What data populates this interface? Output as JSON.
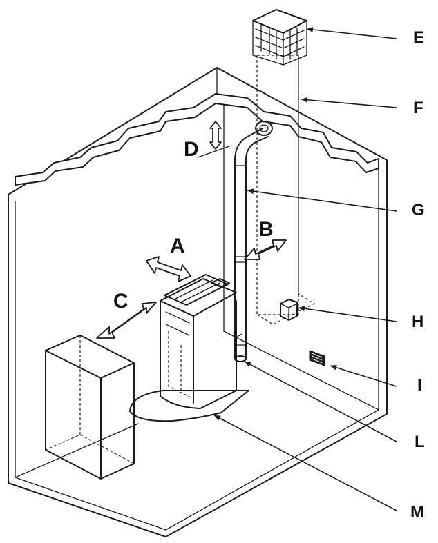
{
  "labels": {
    "A": "A",
    "B": "B",
    "C": "C",
    "D": "D",
    "E": "E",
    "F": "F",
    "G": "G",
    "H": "H",
    "I": "I",
    "L": "L",
    "M": "M"
  },
  "colors": {
    "line": "#1a1a1a",
    "background": "#ffffff"
  }
}
